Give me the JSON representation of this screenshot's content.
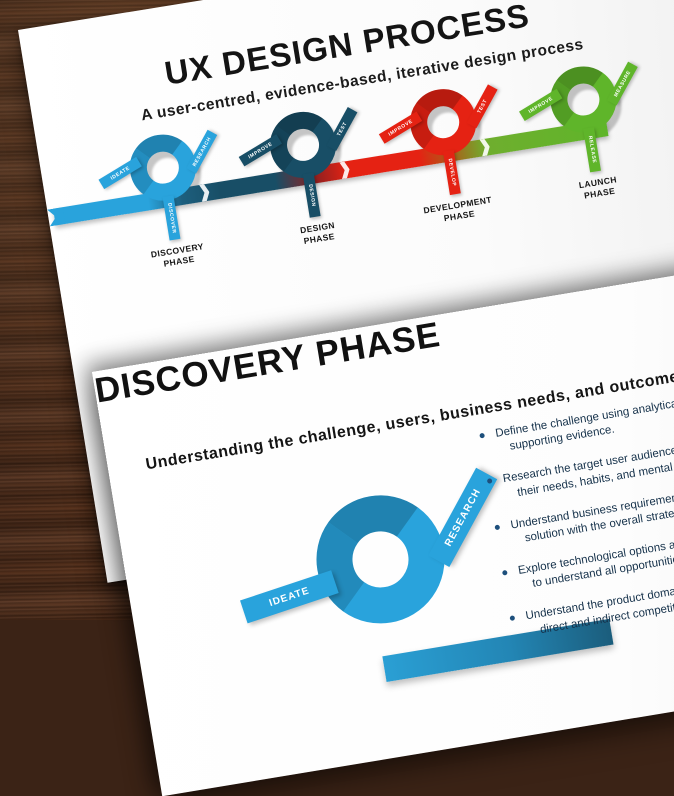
{
  "background": {
    "material": "dark-wood-table",
    "color": "#4a2a19"
  },
  "colors": {
    "discovery": "#29A3DC",
    "design": "#184E66",
    "development": "#E52213",
    "launch": "#5FB52A",
    "bullet_text": "#15314a",
    "paper": "#ffffff"
  },
  "page1": {
    "title": "UX DESIGN PROCESS",
    "subtitle": "A user-centred, evidence-based, iterative design process",
    "phases": [
      {
        "label": "DISCOVERY\nPHASE",
        "label_line1": "DISCOVERY",
        "label_line2": "PHASE",
        "tabs": {
          "left": "IDEATE",
          "right": "RESEARCH",
          "bottom": "DISCOVER"
        },
        "color": "#29A3DC"
      },
      {
        "label_line1": "DESIGN",
        "label_line2": "PHASE",
        "tabs": {
          "left": "IMPROVE",
          "right": "TEST",
          "bottom": "DESIGN"
        },
        "color": "#184E66"
      },
      {
        "label_line1": "DEVELOPMENT",
        "label_line2": "PHASE",
        "tabs": {
          "left": "IMPROVE",
          "right": "TEST",
          "bottom": "DEVELOP"
        },
        "color": "#E52213"
      },
      {
        "label_line1": "LAUNCH",
        "label_line2": "PHASE",
        "tabs": {
          "left": "IMPROVE",
          "right": "MEASURE",
          "bottom": "RELEASE"
        },
        "color": "#5FB52A"
      }
    ]
  },
  "page2": {
    "title": "DISCOVERY PHASE",
    "subtitle": "Understanding the challenge, users, business needs, and outcomes",
    "ring": {
      "tab_left": "IDEATE",
      "tab_right": "RESEARCH",
      "color": "#29A3DC"
    },
    "bullets": [
      {
        "line1": "Define the challenge using analytical data and",
        "line2": "supporting evidence."
      },
      {
        "line1": "Research the target user audience to understand",
        "line2": "their needs, habits, and mental models."
      },
      {
        "line1": "Understand business requirements and align the",
        "line2": "solution with the overall strategy."
      },
      {
        "line1": "Explore technological options and constraints",
        "line2": "to understand all opportunities."
      },
      {
        "line1": "Understand the product domain including",
        "line2": "direct and indirect competitors."
      }
    ]
  }
}
